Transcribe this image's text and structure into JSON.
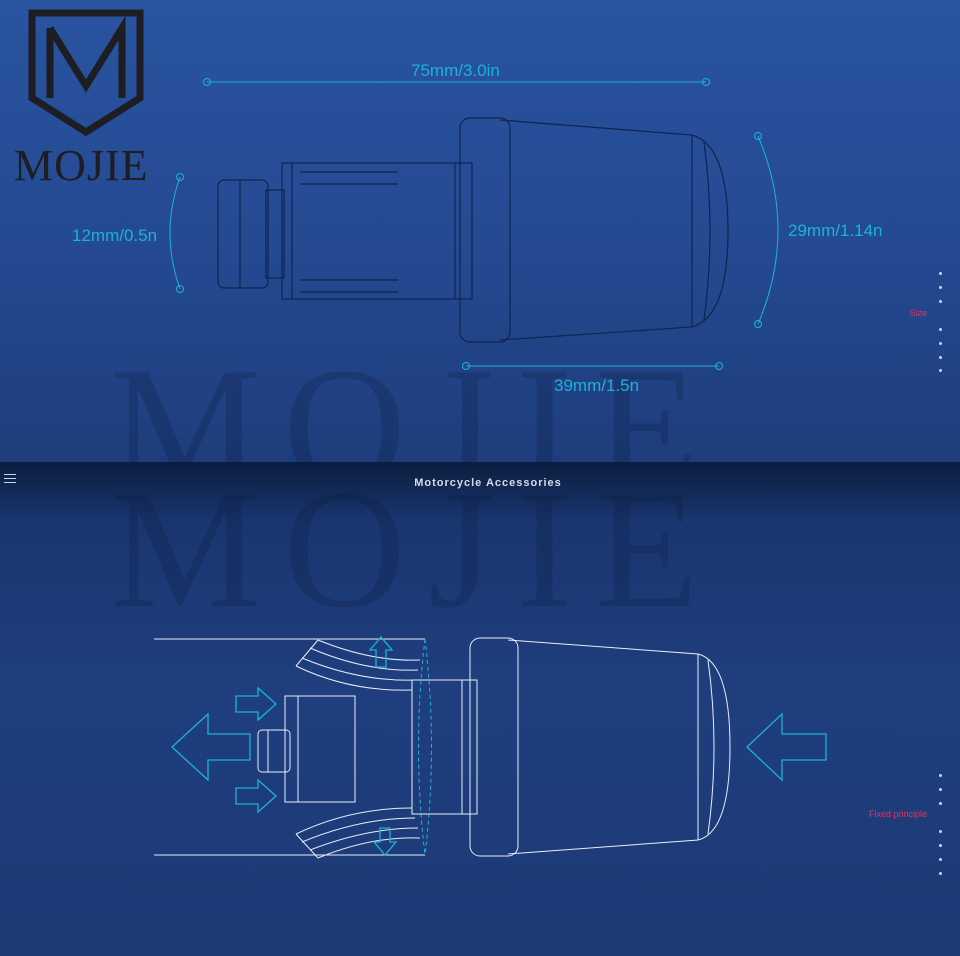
{
  "brand": {
    "logo_text": "MOJIE",
    "watermark": "MOJIE",
    "logo_icon": "shield-m-logo-icon"
  },
  "size_panel": {
    "dims": {
      "total_length": "75mm/3.0in",
      "shaft_diameter": "12mm/0.5n",
      "head_diameter": "29mm/1.14n",
      "head_length": "39mm/1.5n"
    },
    "nav_label": "Size"
  },
  "principle_panel": {
    "header_title": "Motorcycle Accessories",
    "menu_icon": "hamburger-menu-icon",
    "nav_label": "Fixed principle"
  },
  "colors": {
    "line": "#1ab3d8",
    "outline": "#0f2450",
    "white_line": "#e8eef8",
    "nav_accent": "#e2335a"
  }
}
